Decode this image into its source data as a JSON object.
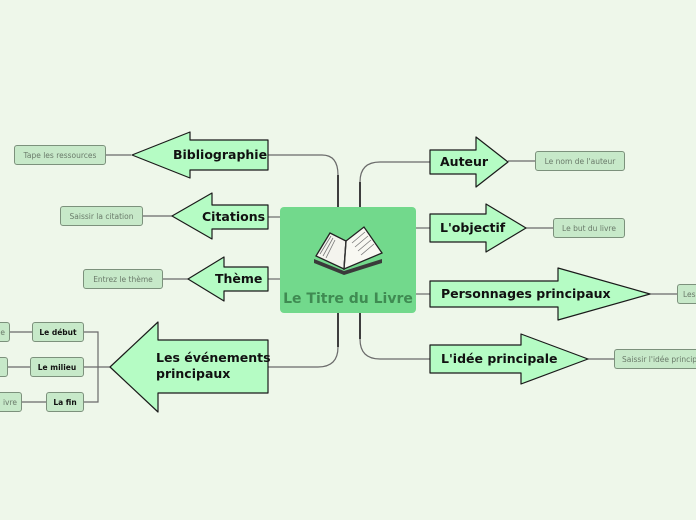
{
  "central": {
    "title": "Le Titre du Livre",
    "icon": "open-book-icon"
  },
  "left_branches": [
    {
      "label": "Bibliographie",
      "child": "Tape les ressources"
    },
    {
      "label": "Citations",
      "child": "Saissir la citation"
    },
    {
      "label": "Thème",
      "child": "Entrez le thème"
    },
    {
      "label_lines": [
        "Les événements",
        "principaux"
      ],
      "children": [
        {
          "label": "Le début",
          "leaf": "e"
        },
        {
          "label": "Le milieu",
          "leaf": ""
        },
        {
          "label": "La fin",
          "leaf": "ivre"
        }
      ]
    }
  ],
  "right_branches": [
    {
      "label": "Auteur",
      "child": "Le nom de l'auteur"
    },
    {
      "label": "L'objectif",
      "child": "Le but du livre"
    },
    {
      "label": "Personnages principaux",
      "child": "Les"
    },
    {
      "label": "L'idée principale",
      "child": "Saissir l'idée principa"
    }
  ],
  "colors": {
    "background": "#eef7ea",
    "central": "#72d98c",
    "arrow_fill": "#b5fcc4",
    "arrow_stroke": "#1a1a1a",
    "child_fill": "#c7e9c9",
    "connector": "#6a6a6a"
  }
}
